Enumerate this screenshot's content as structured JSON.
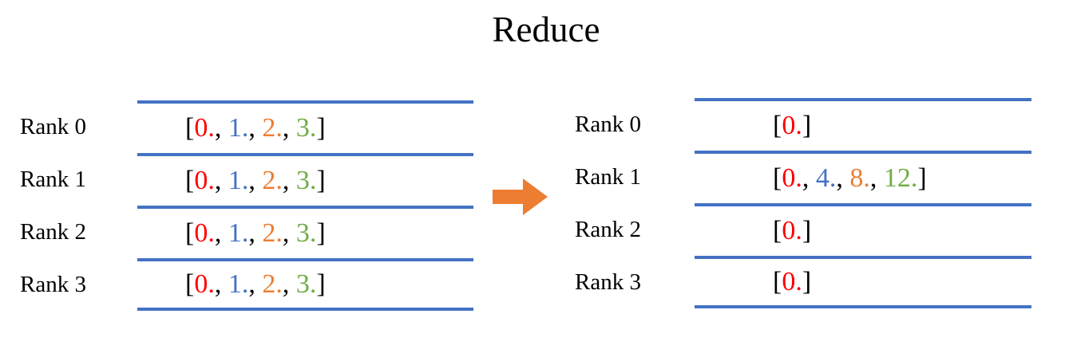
{
  "title": "Reduce",
  "colors": {
    "line": "#4472C4",
    "arrow": "#ED7D31",
    "black": "#000000",
    "red": "#FF0000",
    "blue": "#4472C4",
    "orange": "#ED7D31",
    "green": "#70AD47"
  },
  "panels": {
    "left": {
      "rows": [
        {
          "label": "Rank 0",
          "segments": [
            {
              "t": "[",
              "c": "black"
            },
            {
              "t": "0.",
              "c": "red"
            },
            {
              "t": ", ",
              "c": "black"
            },
            {
              "t": "1.",
              "c": "blue"
            },
            {
              "t": ", ",
              "c": "black"
            },
            {
              "t": "2.",
              "c": "orange"
            },
            {
              "t": ", ",
              "c": "black"
            },
            {
              "t": "3.",
              "c": "green"
            },
            {
              "t": "]",
              "c": "black"
            }
          ]
        },
        {
          "label": "Rank 1",
          "segments": [
            {
              "t": "[",
              "c": "black"
            },
            {
              "t": "0.",
              "c": "red"
            },
            {
              "t": ", ",
              "c": "black"
            },
            {
              "t": "1.",
              "c": "blue"
            },
            {
              "t": ", ",
              "c": "black"
            },
            {
              "t": "2.",
              "c": "orange"
            },
            {
              "t": ", ",
              "c": "black"
            },
            {
              "t": "3.",
              "c": "green"
            },
            {
              "t": "]",
              "c": "black"
            }
          ]
        },
        {
          "label": "Rank 2",
          "segments": [
            {
              "t": "[",
              "c": "black"
            },
            {
              "t": "0.",
              "c": "red"
            },
            {
              "t": ", ",
              "c": "black"
            },
            {
              "t": "1.",
              "c": "blue"
            },
            {
              "t": ", ",
              "c": "black"
            },
            {
              "t": "2.",
              "c": "orange"
            },
            {
              "t": ", ",
              "c": "black"
            },
            {
              "t": "3.",
              "c": "green"
            },
            {
              "t": "]",
              "c": "black"
            }
          ]
        },
        {
          "label": "Rank 3",
          "segments": [
            {
              "t": "[",
              "c": "black"
            },
            {
              "t": "0.",
              "c": "red"
            },
            {
              "t": ", ",
              "c": "black"
            },
            {
              "t": "1.",
              "c": "blue"
            },
            {
              "t": ", ",
              "c": "black"
            },
            {
              "t": "2.",
              "c": "orange"
            },
            {
              "t": ", ",
              "c": "black"
            },
            {
              "t": "3.",
              "c": "green"
            },
            {
              "t": "]",
              "c": "black"
            }
          ]
        }
      ]
    },
    "right": {
      "rows": [
        {
          "label": "Rank 0",
          "segments": [
            {
              "t": "[",
              "c": "black"
            },
            {
              "t": "0.",
              "c": "red"
            },
            {
              "t": "]",
              "c": "black"
            }
          ]
        },
        {
          "label": "Rank 1",
          "segments": [
            {
              "t": "[",
              "c": "black"
            },
            {
              "t": "0.",
              "c": "red"
            },
            {
              "t": ", ",
              "c": "black"
            },
            {
              "t": "4.",
              "c": "blue"
            },
            {
              "t": ", ",
              "c": "black"
            },
            {
              "t": "8.",
              "c": "orange"
            },
            {
              "t": ", ",
              "c": "black"
            },
            {
              "t": "12.",
              "c": "green"
            },
            {
              "t": "]",
              "c": "black"
            }
          ]
        },
        {
          "label": "Rank 2",
          "segments": [
            {
              "t": "[",
              "c": "black"
            },
            {
              "t": "0.",
              "c": "red"
            },
            {
              "t": "]",
              "c": "black"
            }
          ]
        },
        {
          "label": "Rank 3",
          "segments": [
            {
              "t": "[",
              "c": "black"
            },
            {
              "t": "0.",
              "c": "red"
            },
            {
              "t": "]",
              "c": "black"
            }
          ]
        }
      ]
    }
  }
}
